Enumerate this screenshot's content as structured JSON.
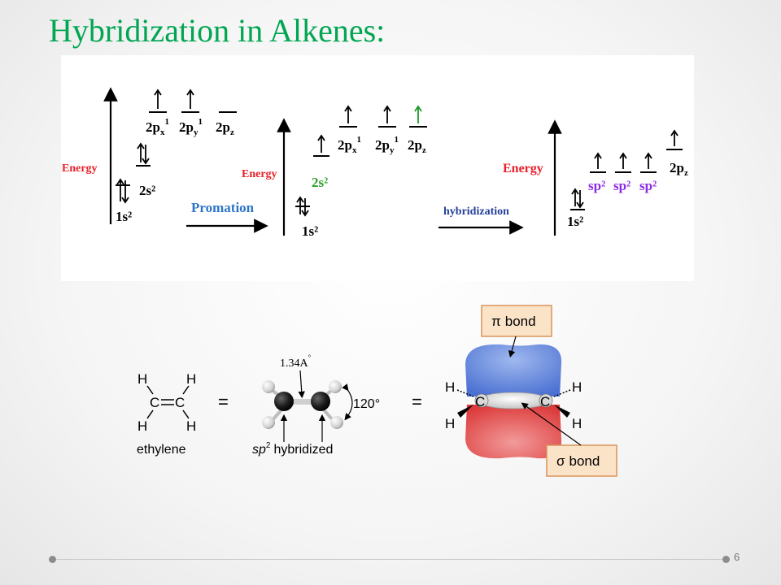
{
  "slide": {
    "title": "Hybridization in Alkenes:",
    "page_number": "6"
  },
  "energy_diagram": {
    "ground": {
      "energy_label": "Energy",
      "orbitals": [
        "1s²",
        "2s²",
        "2p",
        "2p",
        "2p"
      ],
      "subscripts": [
        "",
        "",
        "x",
        "y",
        "z"
      ],
      "superscripts": [
        "",
        "",
        "1",
        "1",
        ""
      ]
    },
    "promotion": {
      "arrow_label": "Promation",
      "energy_label": "Energy",
      "orbitals": [
        "1s²",
        "2s²",
        "2p",
        "2p",
        "2p"
      ],
      "subscripts": [
        "",
        "",
        "x",
        "y",
        "z"
      ],
      "superscripts": [
        "",
        "",
        "1",
        "1",
        ""
      ]
    },
    "hybridized": {
      "arrow_label": "hybridization",
      "energy_label": "Energy",
      "orbitals": [
        "1s²",
        "sp²",
        "sp²",
        "sp²",
        "2p"
      ],
      "subscripts": [
        "",
        "",
        "",
        "",
        "z"
      ]
    },
    "colors": {
      "energy_label": "#e8202a",
      "promotion_label": "#2e75c9",
      "hybridization_label": "#24409a",
      "promoted_2s": "#2aa12a",
      "promoted_electron": "#1a9a2a",
      "sp2": "#8b2be2"
    }
  },
  "ethylene": {
    "atoms": [
      "H",
      "H",
      "C",
      "C",
      "H",
      "H"
    ],
    "name_label": "ethylene",
    "equals": "=",
    "bond_length": "1.34A",
    "bond_length_mark": "°",
    "angle": "120°",
    "hybrid_label_prefix": "sp",
    "hybrid_label_sup": "2",
    "hybrid_label_suffix": "hybridized",
    "pi_bond_prefix": "π",
    "sigma_bond_prefix": "σ",
    "bond_word": "bond",
    "orbital_atoms": [
      "H",
      "H",
      "C",
      "C",
      "H",
      "H"
    ],
    "colors": {
      "pi_top": "#5b7fd6",
      "pi_bottom": "#e04848",
      "callout_fill": "#fbe3c8",
      "callout_border": "#d9945a"
    }
  }
}
